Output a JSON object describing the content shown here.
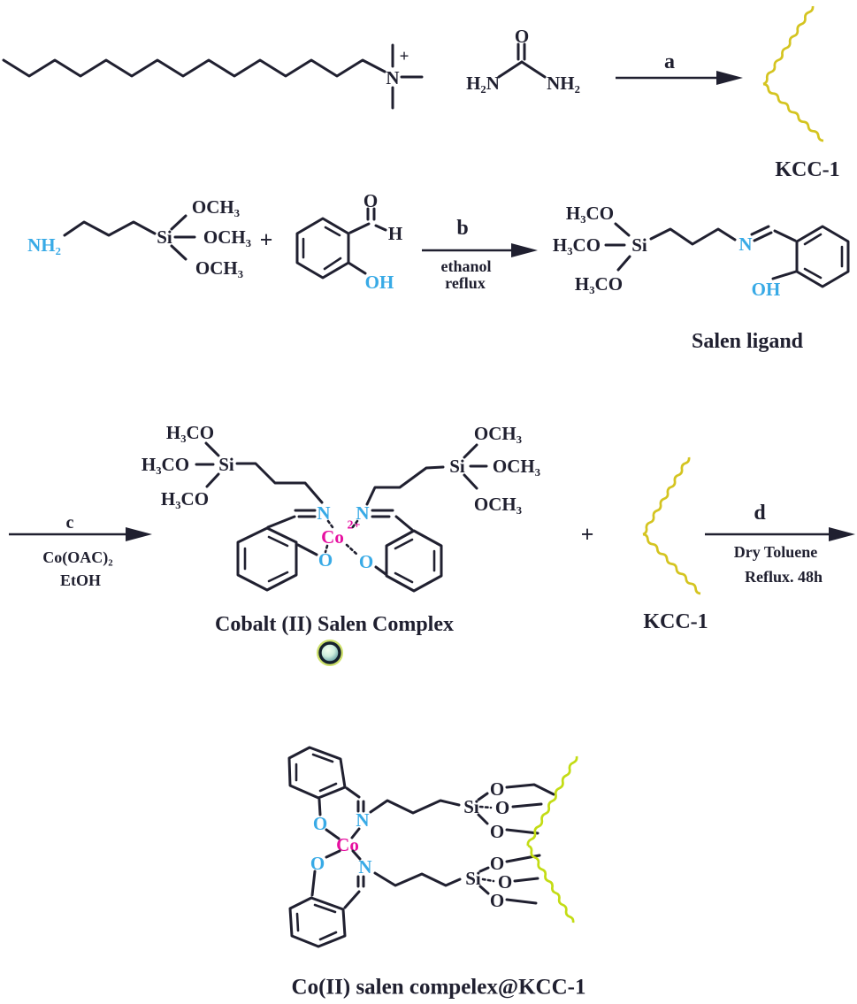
{
  "colors": {
    "bond": "#202030",
    "heteroatom_blue": "#38aae6",
    "cobalt_magenta": "#e60fa0",
    "kcc1_gold": "#d4c420",
    "kcc1_chartreuse": "#c3dc14",
    "background": "#ffffff"
  },
  "atoms": {
    "n": "N",
    "o": "O",
    "h": "H",
    "si": "Si",
    "co": "Co",
    "charge_2plus": "2+",
    "plus": "+",
    "h2n": "H₂N",
    "nh2": "NH₂",
    "oh": "OH",
    "och3": "OCH₃",
    "h3co": "H₃CO"
  },
  "steps": {
    "a": {
      "label": "a",
      "product": "KCC-1"
    },
    "b": {
      "label": "b",
      "conditions": [
        "ethanol",
        "reflux"
      ],
      "product": "Salen ligand"
    },
    "c": {
      "label": "c",
      "conditions": [
        "Co(OAC)₂",
        "EtOH"
      ],
      "product": "Cobalt (II) Salen Complex"
    },
    "d": {
      "label": "d",
      "conditions": [
        "Dry Toluene",
        "Reflux. 48h"
      ],
      "reactant": "KCC-1"
    }
  },
  "final_product": {
    "caption": "Co(II) salen compelex@KCC-1"
  }
}
